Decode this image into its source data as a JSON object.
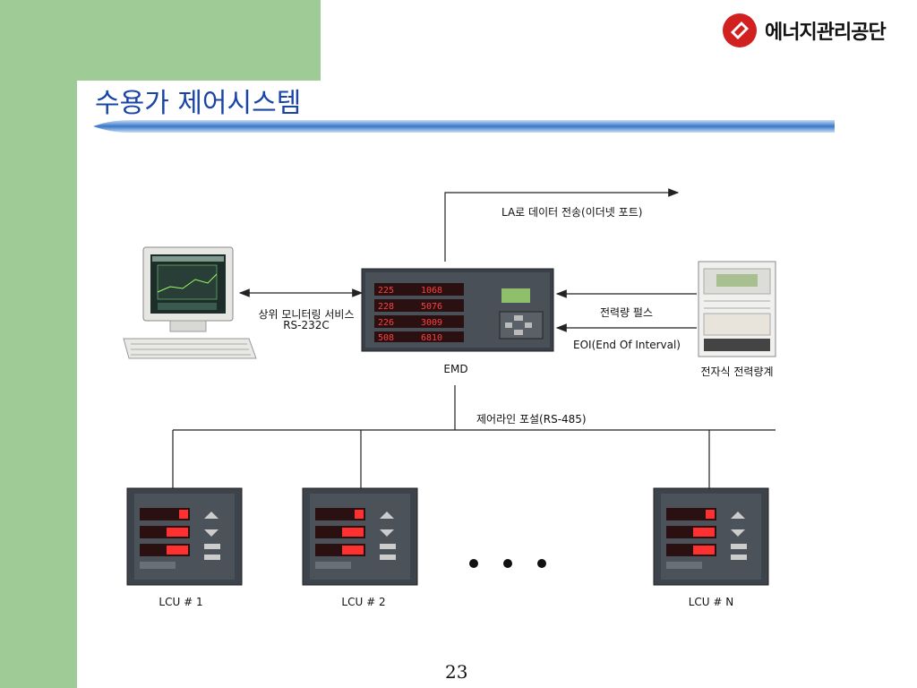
{
  "slide": {
    "title": "수용가 제어시스템",
    "logo_text": "에너지관리공단",
    "page_number": "23"
  },
  "diagram": {
    "la_transfer": "LA로 데이터 전송(이더넷 포트)",
    "monitoring_line1": "상위 모니터링 서비스",
    "monitoring_line2": "RS-232C",
    "power_pulse": "전력량 펄스",
    "eoi": "EOI(End Of Interval)",
    "emd": "EMD",
    "meter": "전자식 전력량계",
    "control_line": "제어라인 포설(RS-485)",
    "lcu1": "LCU # 1",
    "lcu2": "LCU # 2",
    "lcun": "LCU # N"
  },
  "colors": {
    "green": "#9ecb96",
    "title_blue": "#1a45a8",
    "logo_red": "#d21f1f"
  }
}
